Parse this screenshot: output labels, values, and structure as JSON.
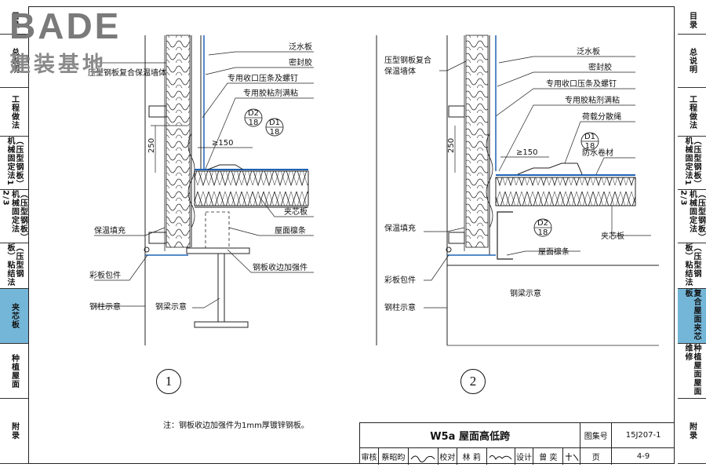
{
  "logo": {
    "brand": "BADE",
    "sub": "建装基地"
  },
  "left_nav": [
    {
      "label": "目录"
    },
    {
      "label": "总说明"
    },
    {
      "label": "工程做法"
    },
    {
      "label": "（压型钢板）机械固定法1"
    },
    {
      "label": "（压型钢板）机械固定法2/3"
    },
    {
      "label": "（压型钢板）粘结法"
    },
    {
      "label": "夹芯板",
      "active": true
    },
    {
      "label": "种植屋面"
    },
    {
      "label": "附录"
    }
  ],
  "right_nav": [
    {
      "label": "目录"
    },
    {
      "label": "总说明"
    },
    {
      "label": "工程做法"
    },
    {
      "label": "（压型钢板）机械固定法1"
    },
    {
      "label": "（压型钢板）机械固定法2/3"
    },
    {
      "label": "（压型钢板）粘结法"
    },
    {
      "label": "复合屋面夹芯板",
      "active": true
    },
    {
      "label": "种植屋面屋面维修"
    },
    {
      "label": "附录"
    }
  ],
  "detail1": {
    "number": "1",
    "labels": {
      "wall": "压型钢板复合保温墙体",
      "flashing": "泛水板",
      "sealant": "密封胶",
      "strip": "专用收口压条及螺钉",
      "adhesive": "专用胶粘剂满粘",
      "sandwich": "夹芯板",
      "purlin": "屋面檩条",
      "insulation": "保温填充",
      "reinforce": "钢板收边加强件",
      "cladding": "彩板包件",
      "column": "钢柱示意",
      "beam": "钢梁示意",
      "dim_250": "250",
      "dim_150": "≥150",
      "d2": "D2",
      "d2_sheet": "18",
      "d1": "D1",
      "d1_sheet": "18"
    }
  },
  "detail2": {
    "number": "2",
    "labels": {
      "wall": "压型钢板复合保温墙体",
      "flashing": "泛水板",
      "sealant": "密封胶",
      "strip": "专用收口压条及螺钉",
      "adhesive": "专用胶粘剂满粘",
      "rope": "荷载分散绳",
      "membrane": "防水卷材",
      "sandwich": "夹芯板",
      "purlin": "屋面檩条",
      "insulation": "保温填充",
      "cladding": "彩板包件",
      "column": "钢柱示意",
      "beam": "钢梁示意",
      "dim_250": "250",
      "dim_150": "≥150",
      "d1": "D1",
      "d1_sheet": "18",
      "d2": "D2",
      "d2_sheet": "18"
    }
  },
  "note": "注：钢板收边加强件为1mm厚镀锌钢板。",
  "titleblock": {
    "title": "W5a 屋面高低跨",
    "atlas_label": "图集号",
    "atlas_no": "15J207-1",
    "review_label": "审核",
    "reviewer": "蔡昭昀",
    "check_label": "校对",
    "checker": "林 莉",
    "design_label": "设计",
    "designer": "曾 奕",
    "page_label": "页",
    "page_no": "4-9"
  }
}
